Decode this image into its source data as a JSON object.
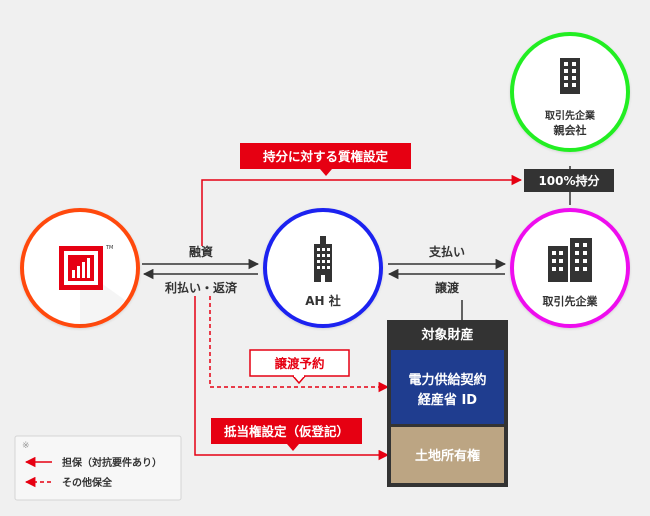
{
  "colors": {
    "background": "#f0f0f0",
    "red": "#e60012",
    "dark": "#333333",
    "orange_ring": "#ff4a0f",
    "blue_ring": "#1a23f0",
    "magenta_ring": "#ee11ee",
    "green_ring": "#22ee22",
    "property_blue": "#1f3d8f",
    "land_tan": "#bca583"
  },
  "nodes": {
    "lender": {
      "mark": "TM",
      "icon": "lender-logo-icon"
    },
    "ah": {
      "label": "AH 社",
      "icon": "building-icon"
    },
    "partner": {
      "label": "取引先企業",
      "icon": "buildings-icon"
    },
    "parent": {
      "line1": "取引先企業",
      "line2": "親会社",
      "icon": "tower-icon"
    }
  },
  "edges": {
    "financing": "融資",
    "repayment": "利払い・返済",
    "payment": "支払い",
    "transfer": "譲渡",
    "ownership": "100%持分"
  },
  "callouts": {
    "equity_pledge": "持分に対する質権設定",
    "transfer_reservation": "譲渡予約",
    "mortgage": "抵当権設定（仮登記）"
  },
  "property": {
    "title": "対象財産",
    "contract_line1": "電力供給契約",
    "contract_line2": "経産省 ID",
    "land": "土地所有権"
  },
  "legend": {
    "note": "※",
    "solid": "担保（対抗要件あり）",
    "dashed": "その他保全"
  }
}
